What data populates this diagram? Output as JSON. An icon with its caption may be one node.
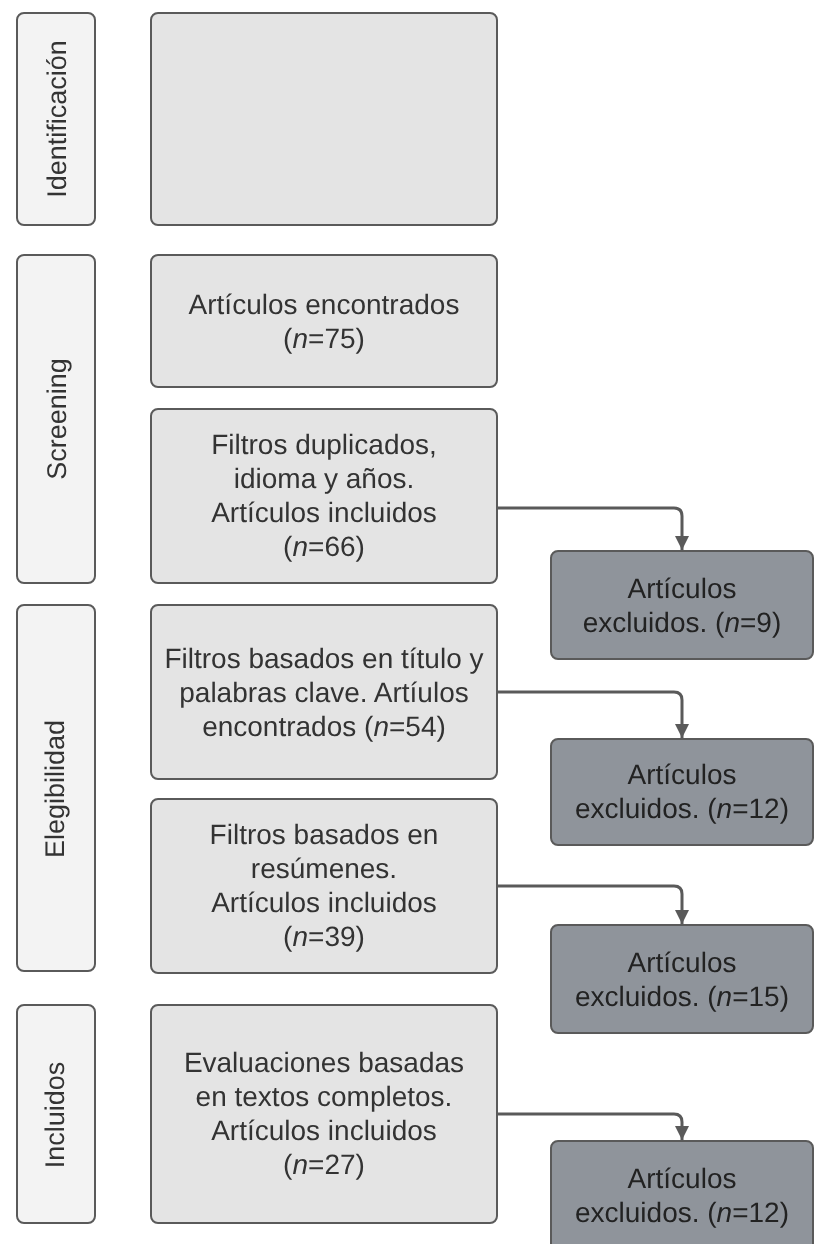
{
  "diagram": {
    "nodes": [
      {
        "text": [
          "Identificación"
        ]
      },
      {
        "text": [],
        "shape": "box"
      },
      {
        "text": [
          "Screening"
        ]
      },
      {
        "text": [
          "Artículos encontrados (*n*=75)"
        ]
      },
      {
        "text": [
          "Filtros duplicados, idioma y años. Artículos incluidos (*n*=66)"
        ]
      },
      {
        "text": [
          "Artículos excluidos. (*n*=9)"
        ]
      },
      {
        "text": [
          "Elegibilidad"
        ]
      },
      {
        "text": [
          "Filtros basados en título y palabras clave. Artíulos encontrados (*n*=54)"
        ]
      },
      {
        "text": [
          "Artículos excluidos. (*n*=12)"
        ]
      },
      {
        "text": [
          "Filtros basados en resúmenes. Artículos incluidos (*n*=39)"
        ]
      },
      {
        "text": [
          "Artículos excluidos. (*n*=15)"
        ]
      },
      {
        "text": [
          "Incluidos"
        ]
      },
      {
        "text": [
          "Evaluaciones basadas en textos completos. Artículos incluidos (*n*=27)"
        ]
      },
      {
        "text": [
          "Artículos excluidos. (*n*=12)"
        ]
      }
    ],
    "edges": [
      {
        "from": 4,
        "to": 5,
        "arrow": "to"
      },
      {
        "from": 7,
        "to": 8,
        "arrow": "to"
      },
      {
        "from": 9,
        "to": 10,
        "arrow": "to"
      },
      {
        "from": 12,
        "to": 13,
        "arrow": "to"
      }
    ]
  }
}
